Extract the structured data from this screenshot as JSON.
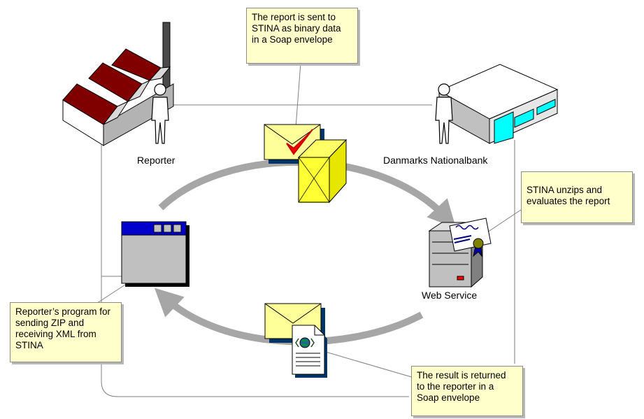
{
  "labels": {
    "reporter": "Reporter",
    "bank": "Danmarks Nationalbank",
    "web_service": "Web Service"
  },
  "notes": {
    "sent": [
      "The report is sent to",
      "STINA as binary data",
      "in a Soap envelope"
    ],
    "unzip": [
      "STINA unzips and",
      "evaluates the report"
    ],
    "program": [
      "Reporter’s program for",
      "sending ZIP and",
      "receiving XML from",
      "STINA"
    ],
    "result": [
      "The result is returned",
      "to the reporter in a",
      "Soap envelope"
    ]
  },
  "colors": {
    "roof": "#800000",
    "note_bg": "#ffffcc",
    "arrow": "#a6a6a6",
    "envelope": "#ffff99",
    "package": "#ffff33",
    "window_title": "#0000cc",
    "disk_accent": "#00ffff",
    "check": "#ff0000"
  },
  "icons": [
    "factory-icon",
    "person-icon",
    "mainframe-icon",
    "envelope-icon",
    "checkmark-icon",
    "package-icon",
    "application-window-icon",
    "server-icon",
    "certificate-icon",
    "xml-document-icon"
  ]
}
